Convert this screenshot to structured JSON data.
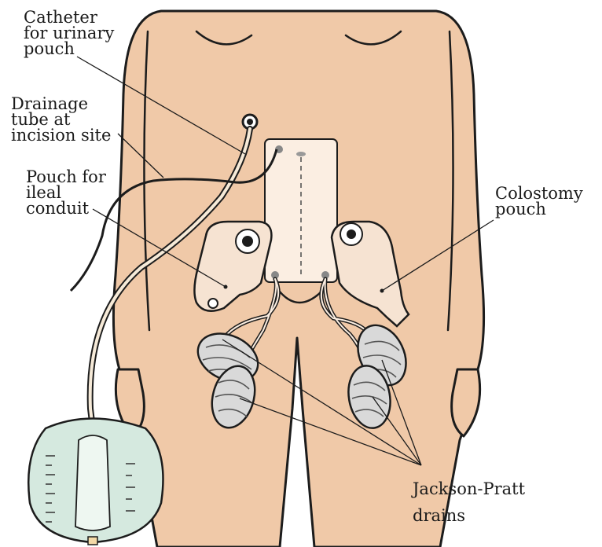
{
  "labels": {
    "catheter": [
      "Catheter",
      "for urinary",
      "pouch"
    ],
    "drainage_tube": [
      "Drainage",
      "tube at",
      "incision site"
    ],
    "ileal_pouch": [
      "Pouch for",
      "ileal",
      "conduit"
    ],
    "colostomy": [
      "Colostomy",
      "pouch"
    ],
    "jackson_pratt": [
      "Jackson-Pratt",
      "drains"
    ]
  },
  "colors": {
    "skin": "#f0c9a8",
    "skin_outline": "#1c1c1c",
    "dressing": "#fbeee2",
    "pouch": "#f6e3d2",
    "bulb": "#d9d9d9",
    "bag": "#d5e9df",
    "leader_line": "#1c1c1c"
  }
}
